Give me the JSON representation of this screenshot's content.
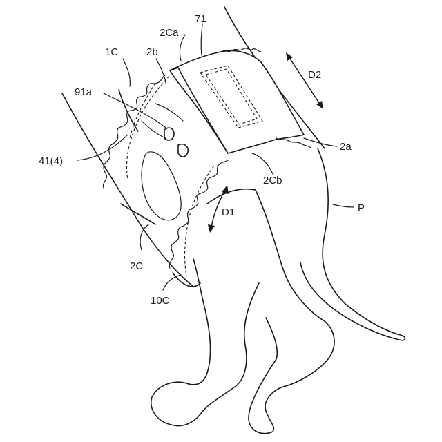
{
  "labels": {
    "l_2Ca": "2Ca",
    "l_71": "71",
    "l_1C": "1C",
    "l_2b": "2b",
    "l_91a": "91a",
    "l_D2": "D2",
    "l_41": "41(4)",
    "l_2a": "2a",
    "l_2Cb": "2Cb",
    "l_D1": "D1",
    "l_P": "P",
    "l_2C": "2C",
    "l_10C": "10C"
  }
}
